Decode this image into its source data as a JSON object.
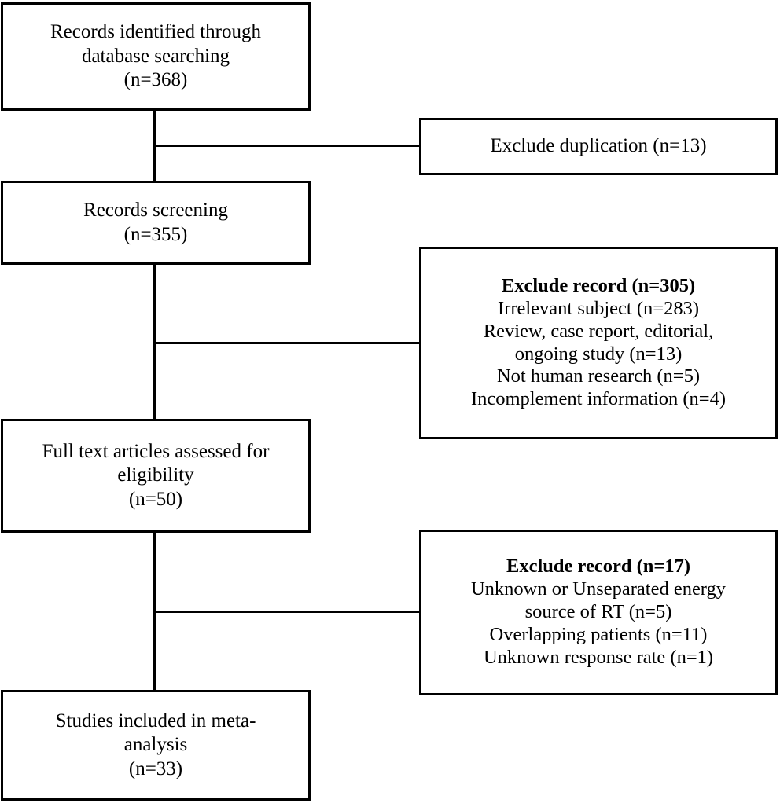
{
  "diagram": {
    "title": "PRISMA study selection flow diagram",
    "type": "flowchart",
    "stroke_color": "#000000",
    "background_color": "#ffffff"
  },
  "nodes": {
    "identified": {
      "name": "records-identified",
      "lines": [
        "Records identified through",
        "database searching",
        "(n=368)"
      ],
      "count": 368
    },
    "screening": {
      "name": "records-screening",
      "lines": [
        "Records screening",
        "(n=355)"
      ],
      "count": 355
    },
    "fulltext": {
      "name": "full-text-assessed",
      "lines": [
        "Full text articles assessed for",
        "eligibility",
        "(n=50)"
      ],
      "count": 50
    },
    "included": {
      "name": "studies-included",
      "lines": [
        "Studies included in meta-",
        "analysis",
        "(n=33)"
      ],
      "count": 33
    },
    "exclude_duplication": {
      "name": "exclude-duplication",
      "lines": [
        "Exclude duplication (n=13)"
      ],
      "count": 13
    },
    "exclude_record_screening": {
      "name": "exclude-record-screening",
      "heading": "Exclude record (n=305)",
      "total": 305,
      "reasons": [
        "Irrelevant subject (n=283)",
        "Review, case report, editorial,",
        "ongoing study (n=13)",
        "Not human research (n=5)",
        "Incomplement information (n=4)"
      ]
    },
    "exclude_record_eligibility": {
      "name": "exclude-record-eligibility",
      "heading": "Exclude record (n=17)",
      "total": 17,
      "reasons": [
        "Unknown or Unseparated energy",
        "source of RT (n=5)",
        "Overlapping patients (n=11)",
        "Unknown response rate (n=1)"
      ]
    }
  },
  "connectors": [
    {
      "name": "identified-to-screening",
      "from": "identified",
      "to": "screening"
    },
    {
      "name": "screening-to-exclude-duplication",
      "from": "identified-to-screening",
      "to": "exclude_duplication"
    },
    {
      "name": "screening-to-fulltext",
      "from": "screening",
      "to": "fulltext"
    },
    {
      "name": "fulltext-to-exclude-record-screening",
      "from": "screening-to-fulltext",
      "to": "exclude_record_screening"
    },
    {
      "name": "fulltext-to-included",
      "from": "fulltext",
      "to": "included"
    },
    {
      "name": "included-to-exclude-record-eligibility",
      "from": "fulltext-to-included",
      "to": "exclude_record_eligibility"
    }
  ]
}
